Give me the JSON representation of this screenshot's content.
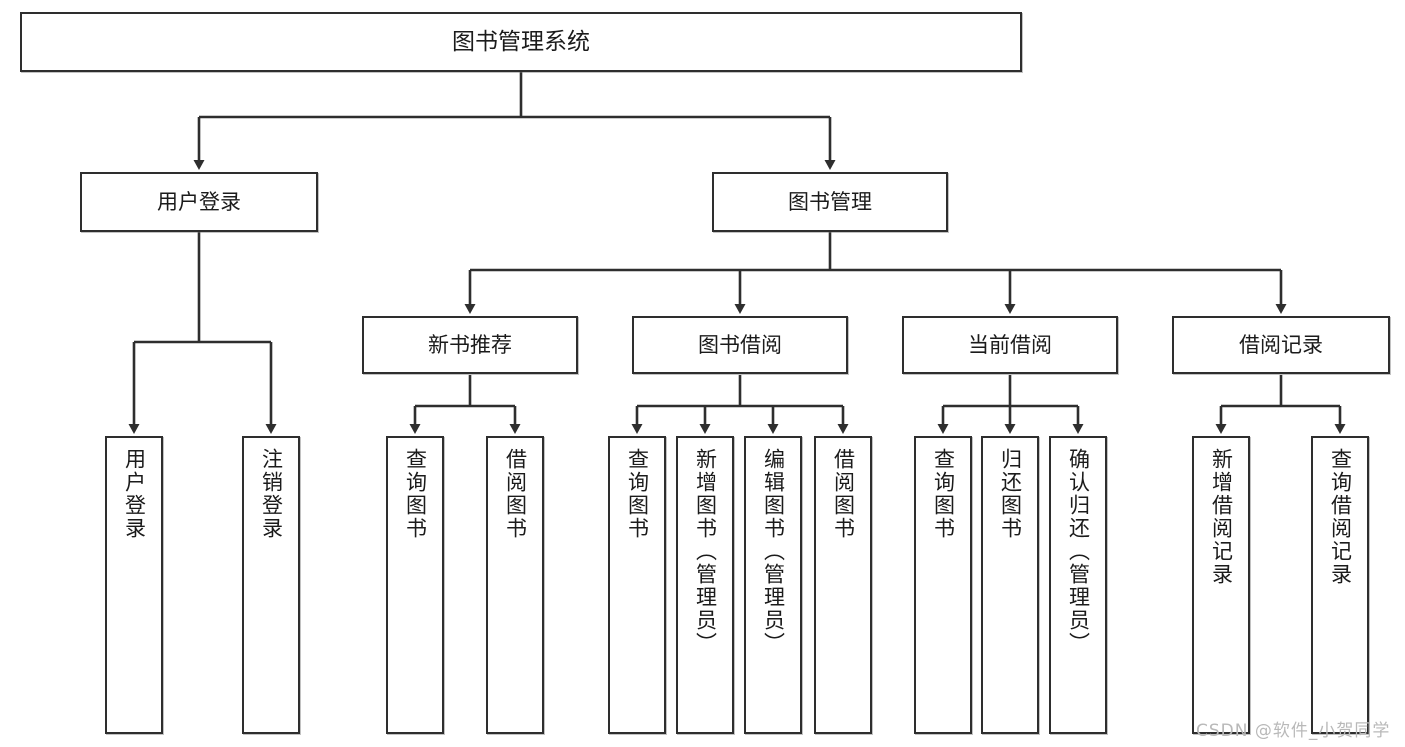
{
  "diagram": {
    "type": "tree-hierarchy",
    "title": "图书管理系统",
    "orientation": "top-down",
    "colors": {
      "box_border": "#2e2e2e",
      "box_fill": "#ffffff",
      "connector": "#2e2e2e",
      "text": "#1b1b1b",
      "watermark": "#b9b9b9"
    },
    "root": {
      "id": "root",
      "label": "图书管理系统"
    },
    "level1": [
      {
        "id": "user-login",
        "label": "用户登录"
      },
      {
        "id": "book-manage",
        "label": "图书管理"
      }
    ],
    "level2": [
      {
        "id": "new-book-rec",
        "label": "新书推荐",
        "parent": "book-manage"
      },
      {
        "id": "book-borrow",
        "label": "图书借阅",
        "parent": "book-manage"
      },
      {
        "id": "current-borrow",
        "label": "当前借阅",
        "parent": "book-manage"
      },
      {
        "id": "borrow-record",
        "label": "借阅记录",
        "parent": "book-manage"
      }
    ],
    "leaves": [
      {
        "id": "leaf-user-login",
        "label": "用户登录",
        "parent": "user-login"
      },
      {
        "id": "leaf-logout",
        "label": "注销登录",
        "parent": "user-login"
      },
      {
        "id": "leaf-query-book-1",
        "label": "查询图书",
        "parent": "new-book-rec"
      },
      {
        "id": "leaf-borrow-book-1",
        "label": "借阅图书",
        "parent": "new-book-rec"
      },
      {
        "id": "leaf-query-book-2",
        "label": "查询图书",
        "parent": "book-borrow"
      },
      {
        "id": "leaf-add-book",
        "label": "新增图书（管理员）",
        "parent": "book-borrow"
      },
      {
        "id": "leaf-edit-book",
        "label": "编辑图书（管理员）",
        "parent": "book-borrow"
      },
      {
        "id": "leaf-borrow-book-2",
        "label": "借阅图书",
        "parent": "book-borrow"
      },
      {
        "id": "leaf-query-book-3",
        "label": "查询图书",
        "parent": "current-borrow"
      },
      {
        "id": "leaf-return-book",
        "label": "归还图书",
        "parent": "current-borrow"
      },
      {
        "id": "leaf-confirm-return",
        "label": "确认归还（管理员）",
        "parent": "current-borrow"
      },
      {
        "id": "leaf-add-record",
        "label": "新增借阅记录",
        "parent": "borrow-record"
      },
      {
        "id": "leaf-query-record",
        "label": "查询借阅记录",
        "parent": "borrow-record"
      }
    ]
  },
  "watermark": {
    "text": "CSDN @软件_小贺同学"
  }
}
